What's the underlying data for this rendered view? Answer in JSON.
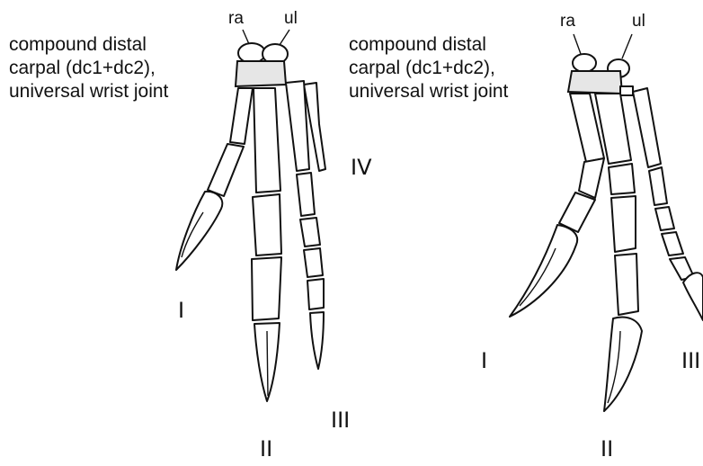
{
  "figure": {
    "left_hand": {
      "caption": [
        "compound distal",
        "carpal (dc1+dc2),",
        "universal wrist joint"
      ],
      "bone_labels": {
        "radius": "ra",
        "ulna": "ul"
      },
      "digit_labels": {
        "d1": "I",
        "d2": "II",
        "d3": "III",
        "d4": "IV"
      }
    },
    "right_hand": {
      "caption": [
        "compound distal",
        "carpal (dc1+dc2),",
        "universal wrist joint"
      ],
      "bone_labels": {
        "radius": "ra",
        "ulna": "ul"
      },
      "digit_labels": {
        "d1": "I",
        "d2": "II",
        "d3": "III"
      }
    }
  },
  "colors": {
    "ink": "#111111",
    "carpal_fill": "#e6e6e6",
    "background": "#ffffff"
  }
}
